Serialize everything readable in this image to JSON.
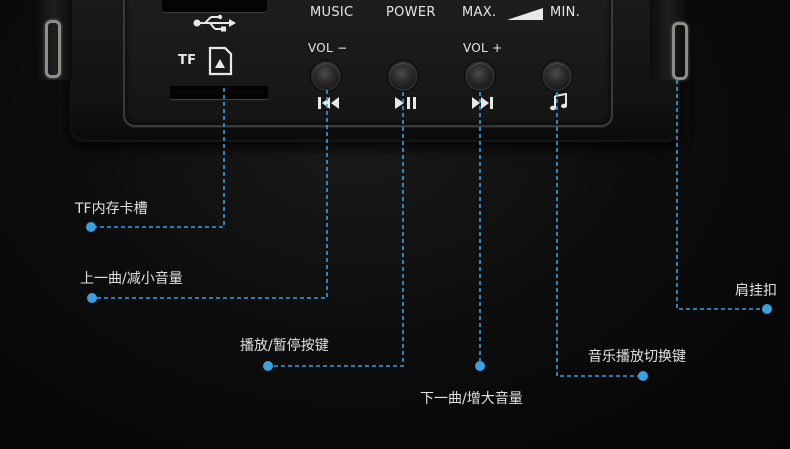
{
  "panel": {
    "music": "MUSIC",
    "power": "POWER",
    "max": "MAX.",
    "min": "MIN.",
    "vol_minus": "VOL −",
    "vol_plus": "VOL +",
    "tf": "TF"
  },
  "icons": {
    "usb": "usb-icon",
    "sd_card": "sd-card-icon",
    "prev": "previous-track-icon",
    "play_pause": "play-pause-icon",
    "next": "next-track-icon",
    "mode": "music-note-icon"
  },
  "callouts": {
    "tf_slot": "TF内存卡槽",
    "prev_vol_down": "上一曲/减小音量",
    "play_pause": "播放/暂停按键",
    "next_vol_up": "下一曲/增大音量",
    "mode_switch": "音乐播放切换键",
    "shoulder_strap": "肩挂扣"
  },
  "colors": {
    "accent": "#3aa0e0",
    "background": "#0a0a0a"
  }
}
